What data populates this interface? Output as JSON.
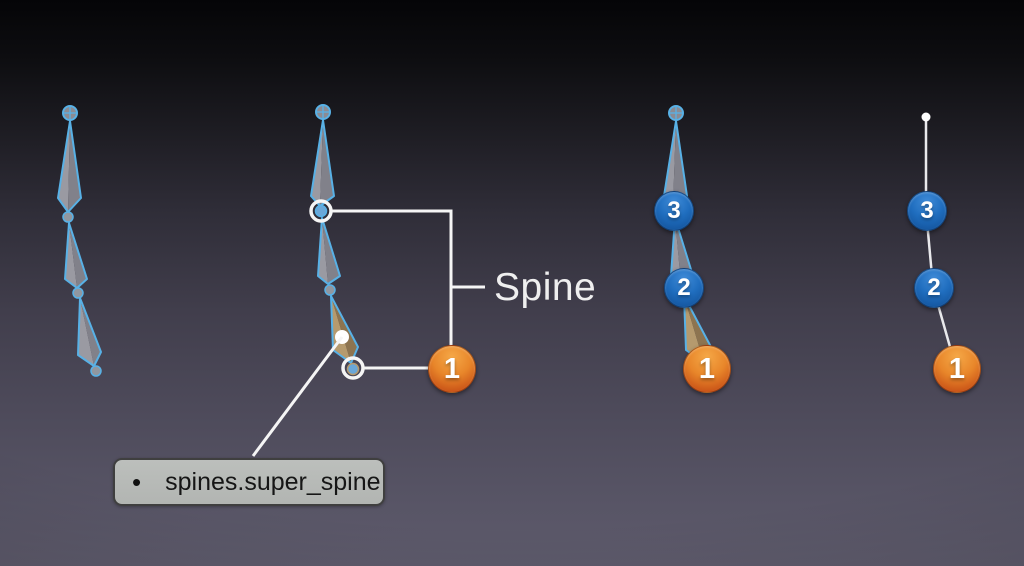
{
  "annotations": {
    "spine_label": "Spine",
    "tooltip": {
      "bullet": "•",
      "text": "spines.super_spine"
    }
  },
  "badges": {
    "b1": "1",
    "b2": "2",
    "b3": "3"
  },
  "colors": {
    "background_top": "#050507",
    "background_bottom": "#5e5b6c",
    "bone_outline": "#58b1e6",
    "bone_fill_light": "#9a9aa2",
    "bone_fill_dark": "#81818a",
    "bone_selected_fill_light": "#b59a6e",
    "bone_selected_fill_dark": "#8d7450",
    "badge_blue_top": "#3f8bd8",
    "badge_blue_bottom": "#104c92",
    "badge_orange_top": "#f5a847",
    "badge_orange_bottom": "#bc3d0f",
    "annotation_line": "#f5f5f5",
    "spine_label_color": "#efefef",
    "tooltip_bg": "#b7bab7",
    "tooltip_border": "#3f3f3f",
    "tooltip_text_color": "#161616"
  }
}
